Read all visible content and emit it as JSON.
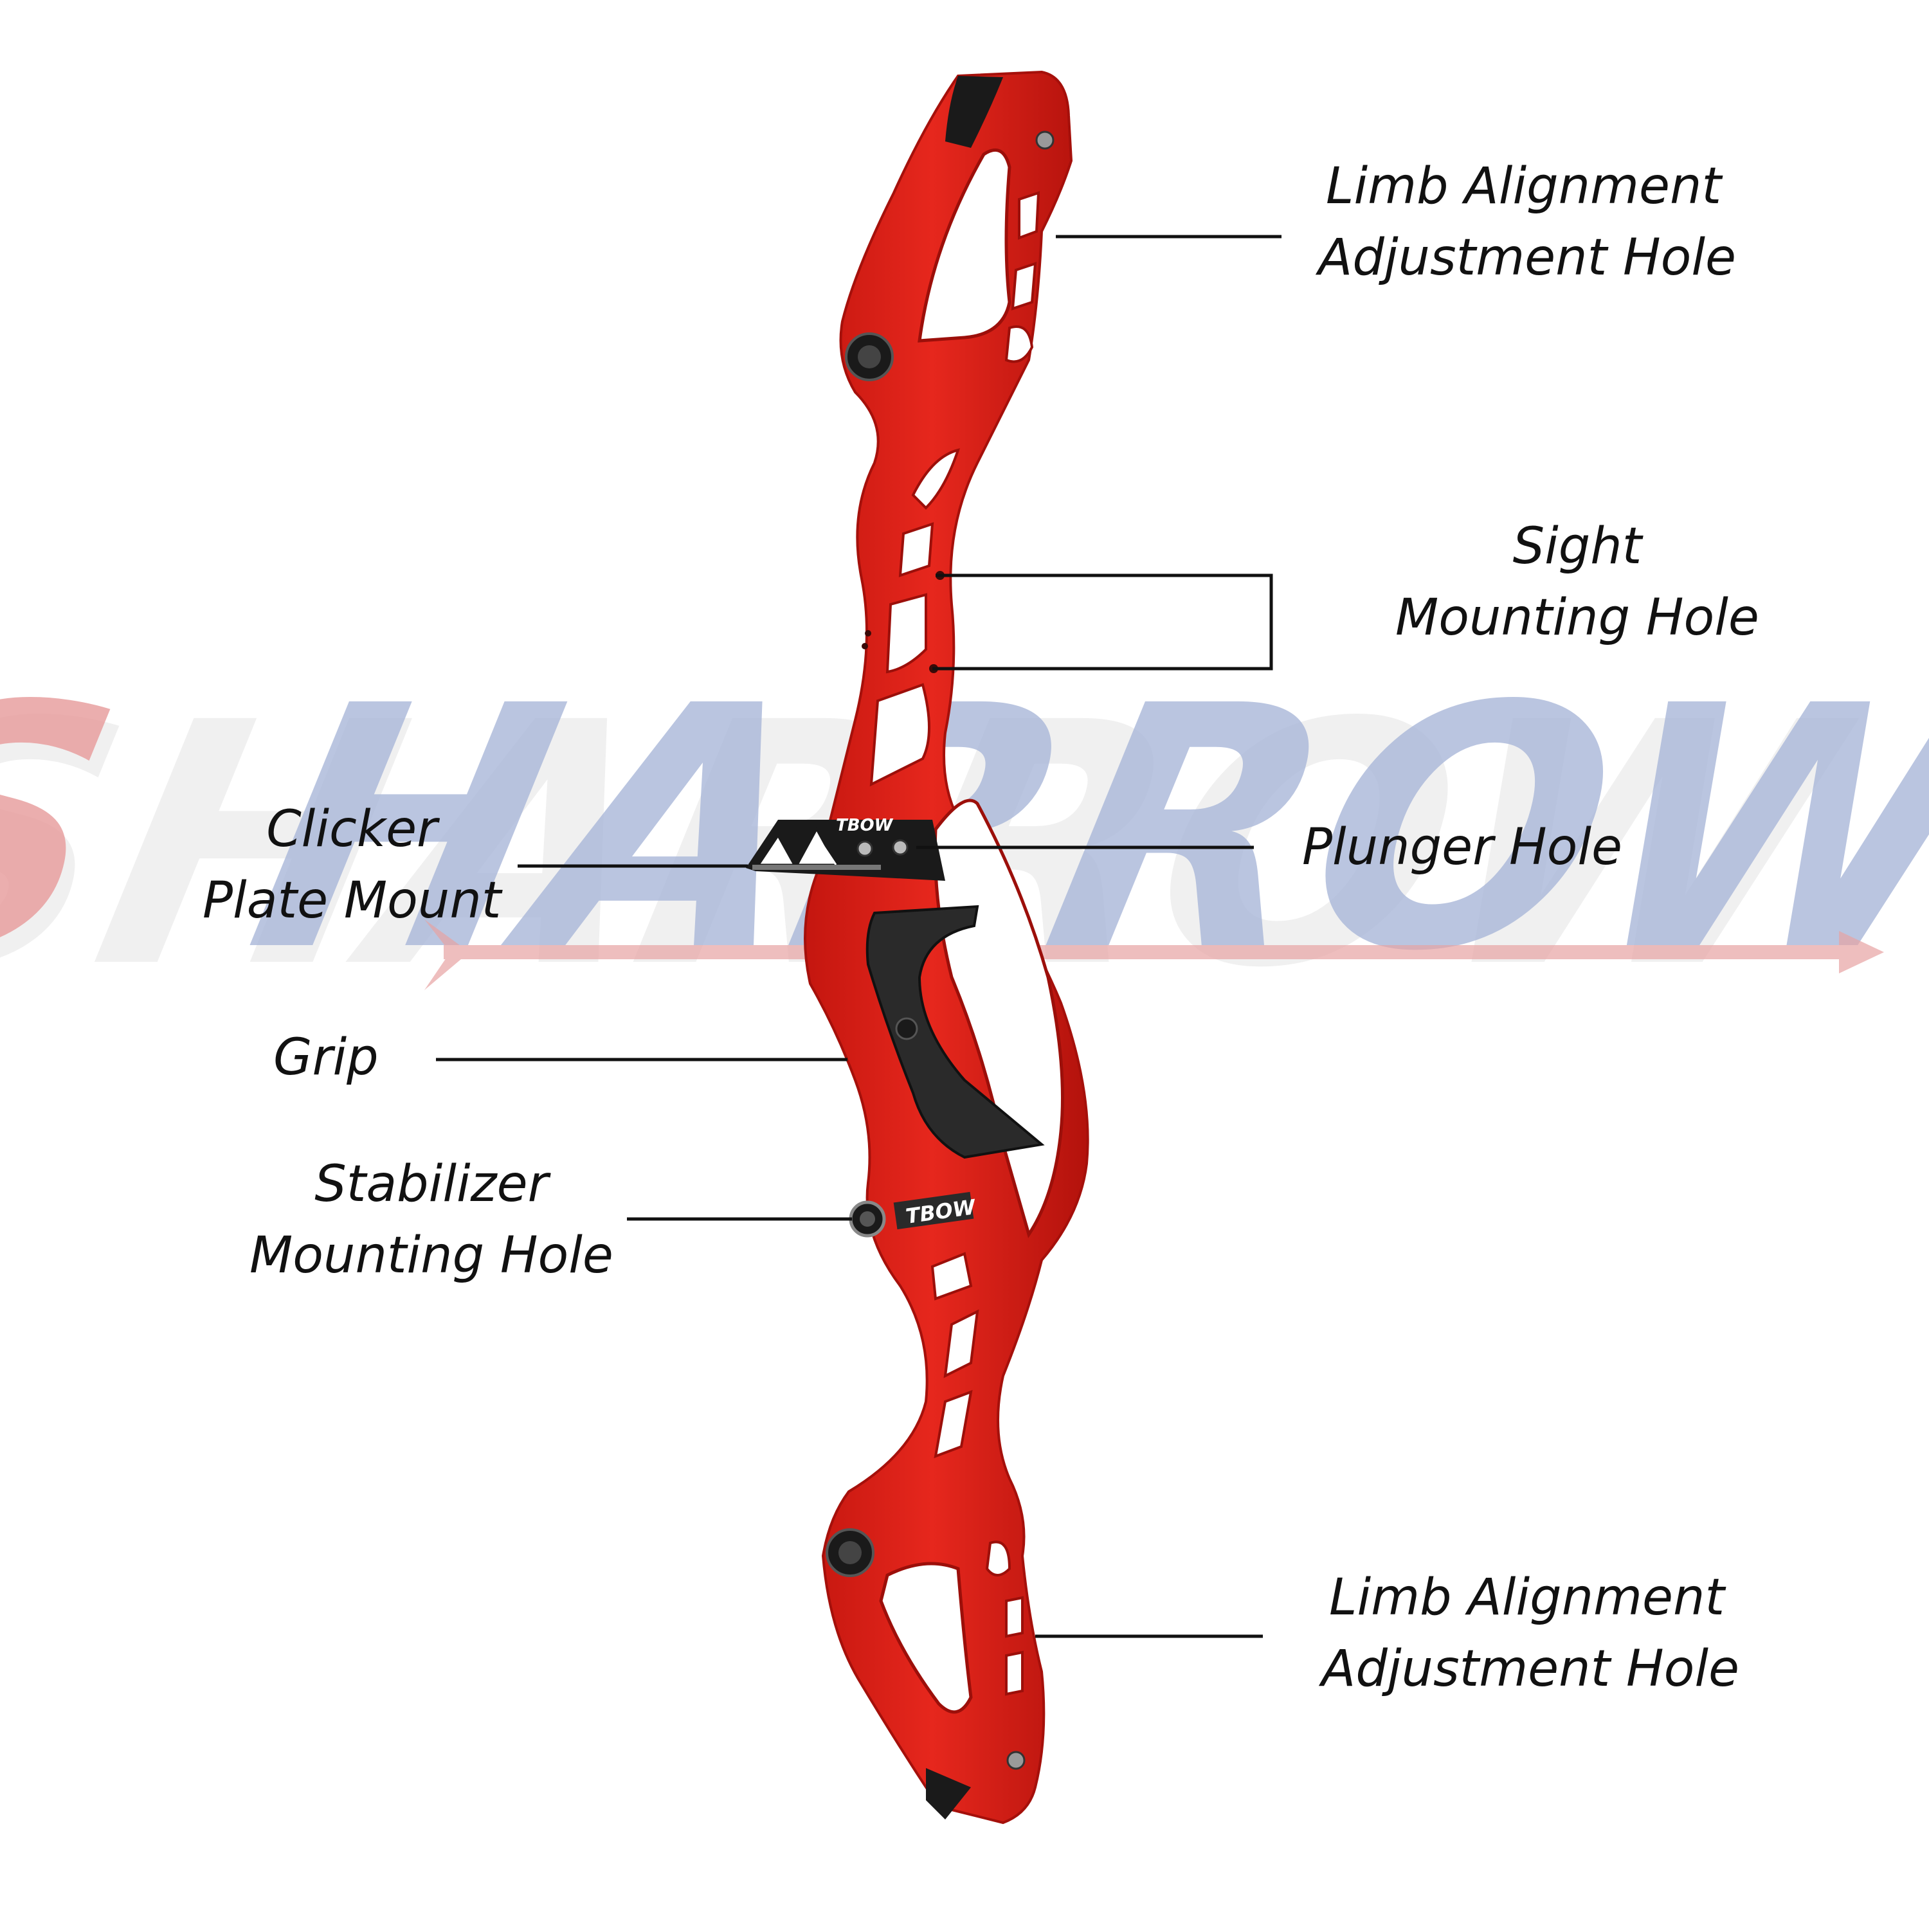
{
  "watermark": {
    "text": "SHARROW",
    "colors": {
      "s": "#e8a0a0",
      "rest": "#a9b7d9",
      "arrow": "#e7a3a3",
      "shadow": "#e4e4e4"
    }
  },
  "riser": {
    "colors": {
      "body": "#e2231a",
      "body_dark": "#b8140f",
      "shade": "#c91a13",
      "grip": "#2a2a2a",
      "hardware": "#1a1a1a",
      "metal": "#9a9a9a"
    },
    "brand_text": "TBOW"
  },
  "labels": {
    "limb_top": [
      "Limb Alignment",
      "Adjustment Hole"
    ],
    "sight": [
      "Sight",
      "Mounting Hole"
    ],
    "clicker": [
      "Clicker",
      "Plate Mount"
    ],
    "plunger": [
      "Plunger Hole"
    ],
    "grip": [
      "Grip"
    ],
    "stabilizer": [
      "Stabilizer",
      "Mounting Hole"
    ],
    "limb_bottom": [
      "Limb Alignment",
      "Adjustment Hole"
    ]
  },
  "line_color": "#111111"
}
